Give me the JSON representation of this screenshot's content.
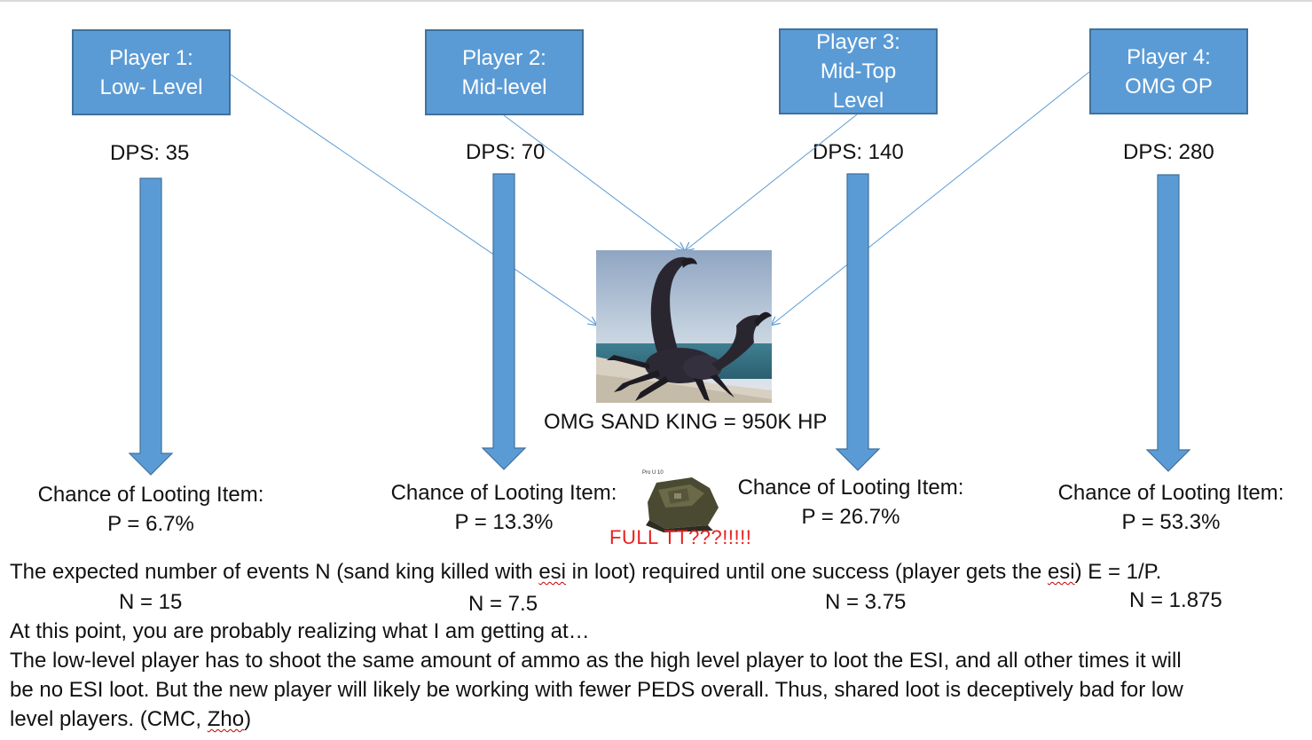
{
  "players": [
    {
      "line1": "Player 1:",
      "line2": "Low- Level",
      "line3": "",
      "dps": "DPS: 35",
      "chance_label": "Chance of Looting Item:",
      "p": "P = 6.7%",
      "n": "N = 15"
    },
    {
      "line1": "Player 2:",
      "line2": "Mid-level",
      "line3": "",
      "dps": "DPS: 70",
      "chance_label": "Chance of Looting Item:",
      "p": "P = 13.3%",
      "n": "N = 7.5"
    },
    {
      "line1": "Player 3:",
      "line2": "Mid-Top",
      "line3": "Level",
      "dps": "DPS: 140",
      "chance_label": "Chance of Looting Item:",
      "p": "P = 26.7%",
      "n": "N = 3.75"
    },
    {
      "line1": "Player 4:",
      "line2": "OMG OP",
      "line3": "",
      "dps": "DPS: 280",
      "chance_label": "Chance of Looting Item:",
      "p": "P = 53.3%",
      "n": "N = 1.875"
    }
  ],
  "monster": {
    "caption": "OMG SAND KING = 950K HP"
  },
  "tank": {
    "tiny_label": "Pro U 10",
    "caption": "FULL TT???!!!!!"
  },
  "text": {
    "expected_a": "The expected number of events N (sand king killed with ",
    "expected_esi1": "esi",
    "expected_b": " in loot) required until one success (player gets the ",
    "expected_esi2": "esi",
    "expected_c": ") E = 1/P.",
    "realizing": "At this point, you are probably realizing what I am getting at…",
    "para_line1": "The low-level player has to shoot the same amount of ammo as the high level player to loot the ESI, and all other times it will",
    "para_line2": "be no ESI loot. But the new player will likely be working with fewer PEDS overall. Thus, shared loot is deceptively bad for low",
    "para_line3a": "level players. (CMC, ",
    "para_line3_zho": "Zho",
    "para_line3b": ")"
  },
  "colors": {
    "box_fill": "#5b9bd5",
    "box_border": "#41719c",
    "arrow_line": "#5b9bd5",
    "tt_red": "#e8211f"
  }
}
